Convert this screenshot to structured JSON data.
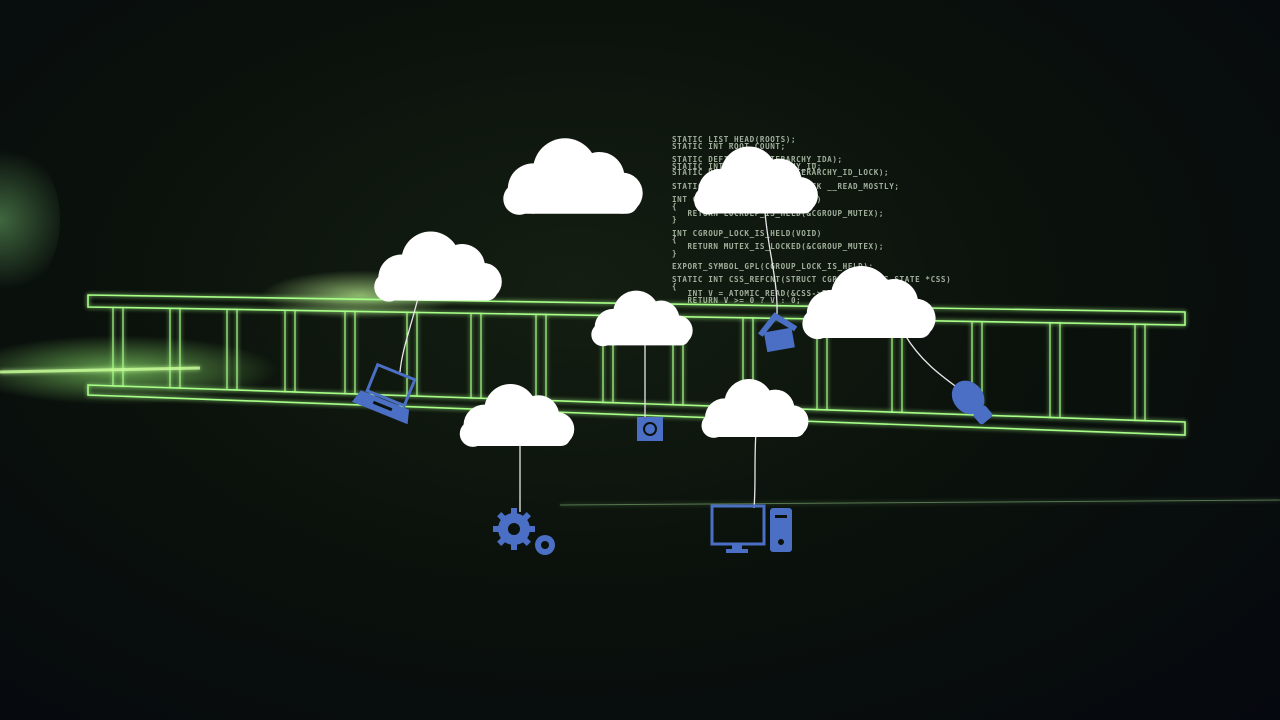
{
  "code_lines": [
    "STATIC LIST_HEAD(ROOTS);",
    "STATIC INT ROOT_COUNT;",
    "",
    "STATIC DEFINE_IDA(HIERARCHY_IDA);",
    "STATIC INT NEXT_HIERARCHY_ID;",
    "STATIC DEFINE_SPINLOCK(HIERARCHY_ID_LOCK);",
    "",
    "STATIC STRUCT CFTYPE_CALLBACK __READ_MOSTLY;",
    "",
    "INT CGROUP_LOCK_IS_HELD(VOID)",
    "{",
    "   RETURN LOCKDEP_IS_HELD(&CGROUP_MUTEX);",
    "}",
    "",
    "INT CGROUP_LOCK_IS_HELD(VOID)",
    "{",
    "   RETURN MUTEX_IS_LOCKED(&CGROUP_MUTEX);",
    "}",
    "",
    "EXPORT_SYMBOL_GPL(CGROUP_LOCK_IS_HELD);",
    "",
    "STATIC INT CSS_REFCNT(STRUCT CGROUP_SUBSYS_STATE *CSS)",
    "{",
    "   INT V = ATOMIC_READ(&CSS->REFCNT);",
    "   RETURN V >= 0 ? V : 0;"
  ],
  "colors": {
    "cloud": "#ffffff",
    "icon": "#4a6fc4",
    "ladder_glow": "#7cff5a",
    "background": "#0b120c"
  },
  "clouds": [
    {
      "icon": "none"
    },
    {
      "icon": "house-icon"
    },
    {
      "icon": "laptop-icon"
    },
    {
      "icon": "camera-icon"
    },
    {
      "icon": "lightbulb-icon"
    },
    {
      "icon": "gears-icon"
    },
    {
      "icon": "desktop-computer-icon"
    }
  ]
}
